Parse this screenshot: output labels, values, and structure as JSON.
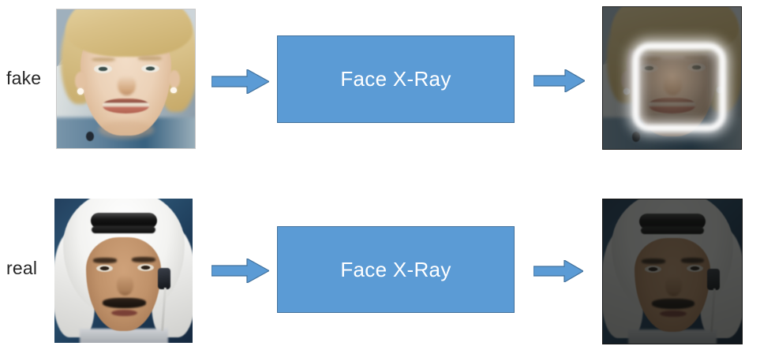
{
  "figure": {
    "type": "pipeline-diagram",
    "background_color": "#ffffff",
    "accent_color": "#5B9BD5",
    "accent_border_color": "#41719C",
    "text_color_on_accent": "#ffffff",
    "label_color": "#262626"
  },
  "rows": [
    {
      "id": "fake",
      "label": "fake",
      "input_image": {
        "name": "fake-face-input",
        "description": "Blonde woman's face, cropped head shot on geometric grey-blue backdrop"
      },
      "process": {
        "label": "Face X-Ray"
      },
      "output_image": {
        "name": "fake-face-xray-output",
        "description": "Darkened face with bright white rounded-rectangle blending boundary"
      }
    },
    {
      "id": "real",
      "label": "real",
      "input_image": {
        "name": "real-face-input",
        "description": "Man in white keffiyeh with black agal, mustache and earpiece"
      },
      "process": {
        "label": "Face X-Ray"
      },
      "output_image": {
        "name": "real-face-xray-output",
        "description": "Uniformly darkened face with no blending boundary"
      }
    }
  ],
  "arrows": {
    "icon": "right-arrow-icon",
    "fill": "#5B9BD5",
    "stroke": "#41719C"
  }
}
